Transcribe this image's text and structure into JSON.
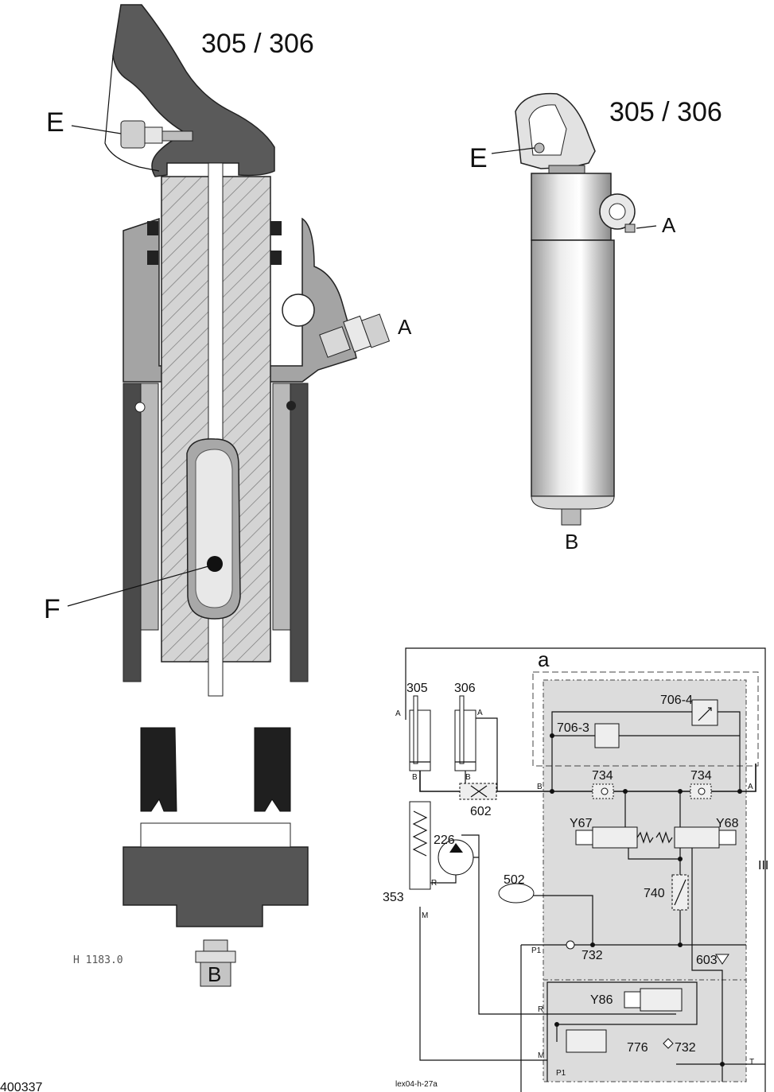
{
  "cross_section": {
    "title": "305 / 306",
    "labels": {
      "E": "E",
      "A": "A",
      "F": "F",
      "B": "B"
    },
    "drawing_code": "H 1183.0",
    "figure_id": "400337"
  },
  "exterior_view": {
    "title": "305 / 306",
    "labels": {
      "E": "E",
      "A": "A",
      "B": "B"
    }
  },
  "schematic": {
    "frame_label": "a",
    "cylinders": [
      "305",
      "306"
    ],
    "ports": {
      "A_left": "A",
      "B_left": "B",
      "B_right": "B",
      "A_cyl306": "A",
      "B_main": "B",
      "A_main": "A",
      "P1_top": "P1",
      "R": "R",
      "M_left": "M",
      "M_bottom": "M",
      "P1_bottom": "P1",
      "T": "T",
      "R_accum": "R"
    },
    "components": [
      "706-4",
      "706-3",
      "734",
      "734",
      "602",
      "Y67",
      "Y68",
      "226",
      "353",
      "502",
      "740",
      "732",
      "603",
      "Y86",
      "776",
      "732"
    ],
    "side_mark": "III",
    "caption": "lex04-h-27a"
  }
}
